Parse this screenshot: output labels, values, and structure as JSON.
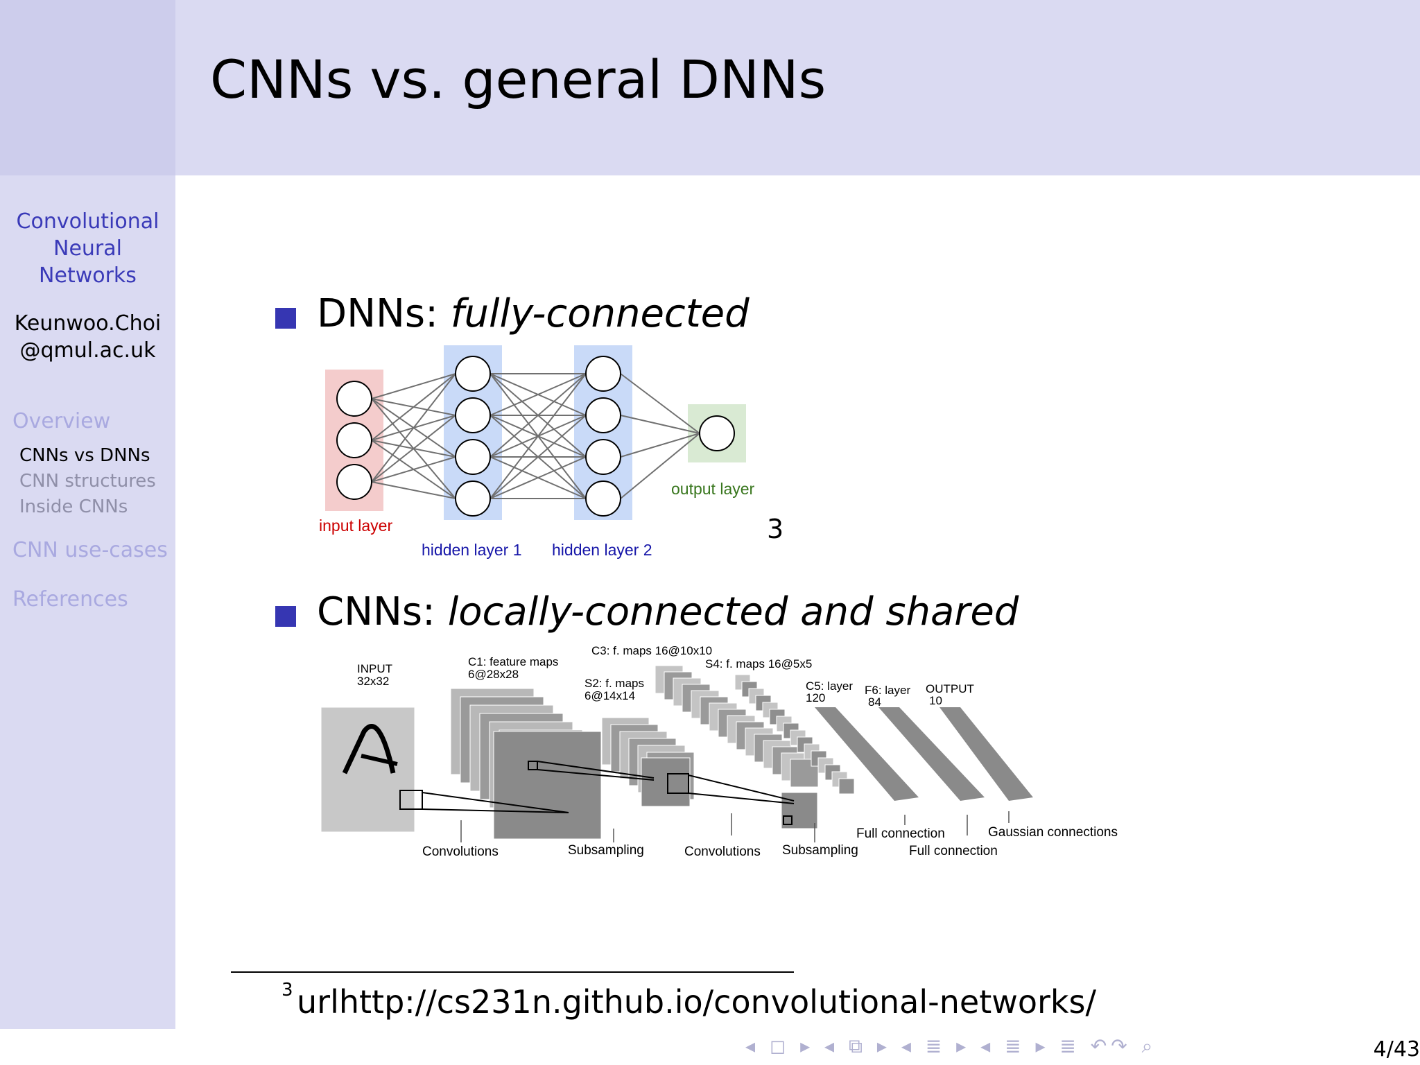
{
  "slide": {
    "title": "CNNs vs. general DNNs",
    "page_number": "4/43"
  },
  "sidebar": {
    "title": "Convolutional\nNeural\nNetworks",
    "author": "Keunwoo.Choi\n@qmul.ac.uk",
    "nav": [
      {
        "label": "Overview",
        "level": 1
      },
      {
        "label": "CNNs vs DNNs",
        "level": 2,
        "active": true
      },
      {
        "label": "CNN structures",
        "level": 2
      },
      {
        "label": "Inside CNNs",
        "level": 2
      },
      {
        "label": "CNN use-cases",
        "level": 1
      },
      {
        "label": "References",
        "level": 1
      }
    ]
  },
  "items": [
    {
      "prefix": "DNNs: ",
      "emph": "fully-connected"
    },
    {
      "prefix": "CNNs: ",
      "emph": "locally-connected and shared"
    }
  ],
  "dnn_figure": {
    "input_label": "input layer",
    "hidden1_label": "hidden layer 1",
    "hidden2_label": "hidden layer 2",
    "output_label": "output layer",
    "footnote_marker": "3"
  },
  "cnn_figure": {
    "input": "INPUT",
    "input_size": "32x32",
    "c1": "C1: feature maps",
    "c1_size": "6@28x28",
    "s2": "S2: f. maps",
    "s2_size": "6@14x14",
    "c3": "C3: f. maps 16@10x10",
    "s4": "S4: f. maps 16@5x5",
    "c5": "C5: layer",
    "c5_size": "120",
    "f6": "F6: layer",
    "f6_size": "84",
    "output": "OUTPUT",
    "output_size": "10",
    "convolutions1": "Convolutions",
    "subsampling1": "Subsampling",
    "convolutions2": "Convolutions",
    "subsampling2": "Subsampling",
    "full_connection1": "Full connection",
    "full_connection2": "Full connection",
    "gaussian": "Gaussian connections"
  },
  "footnote": {
    "marker": "3",
    "text": "urlhttp://cs231n.github.io/convolutional-networks/"
  },
  "nav_symbols": "◂ ◻ ▸  ◂ ⧉ ▸  ◂ ≣ ▸  ◂ ≣ ▸   ≣   ↶↷ ⌕"
}
